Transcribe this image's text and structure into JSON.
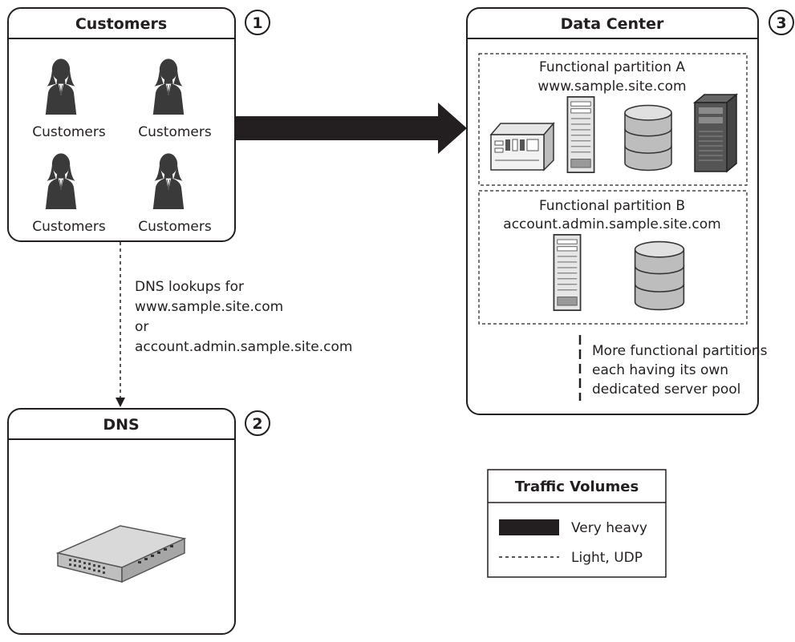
{
  "customers_panel": {
    "title": "Customers",
    "number": "1",
    "labels": [
      "Customers",
      "Customers",
      "Customers",
      "Customers"
    ]
  },
  "dns_panel": {
    "title": "DNS",
    "number": "2"
  },
  "datacenter_panel": {
    "title": "Data Center",
    "number": "3",
    "partition_a": {
      "title": "Functional partition A",
      "host": "www.sample.site.com"
    },
    "partition_b": {
      "title": "Functional partition B",
      "host": "account.admin.sample.site.com"
    },
    "more_note": [
      "More functional partitions",
      "each having its own",
      "dedicated server pool"
    ]
  },
  "dns_lookup_note": [
    "DNS lookups for",
    "www.sample.site.com",
    "or",
    "account.admin.sample.site.com"
  ],
  "legend": {
    "title": "Traffic Volumes",
    "items": [
      {
        "label": "Very heavy"
      },
      {
        "label": "Light, UDP"
      }
    ]
  }
}
